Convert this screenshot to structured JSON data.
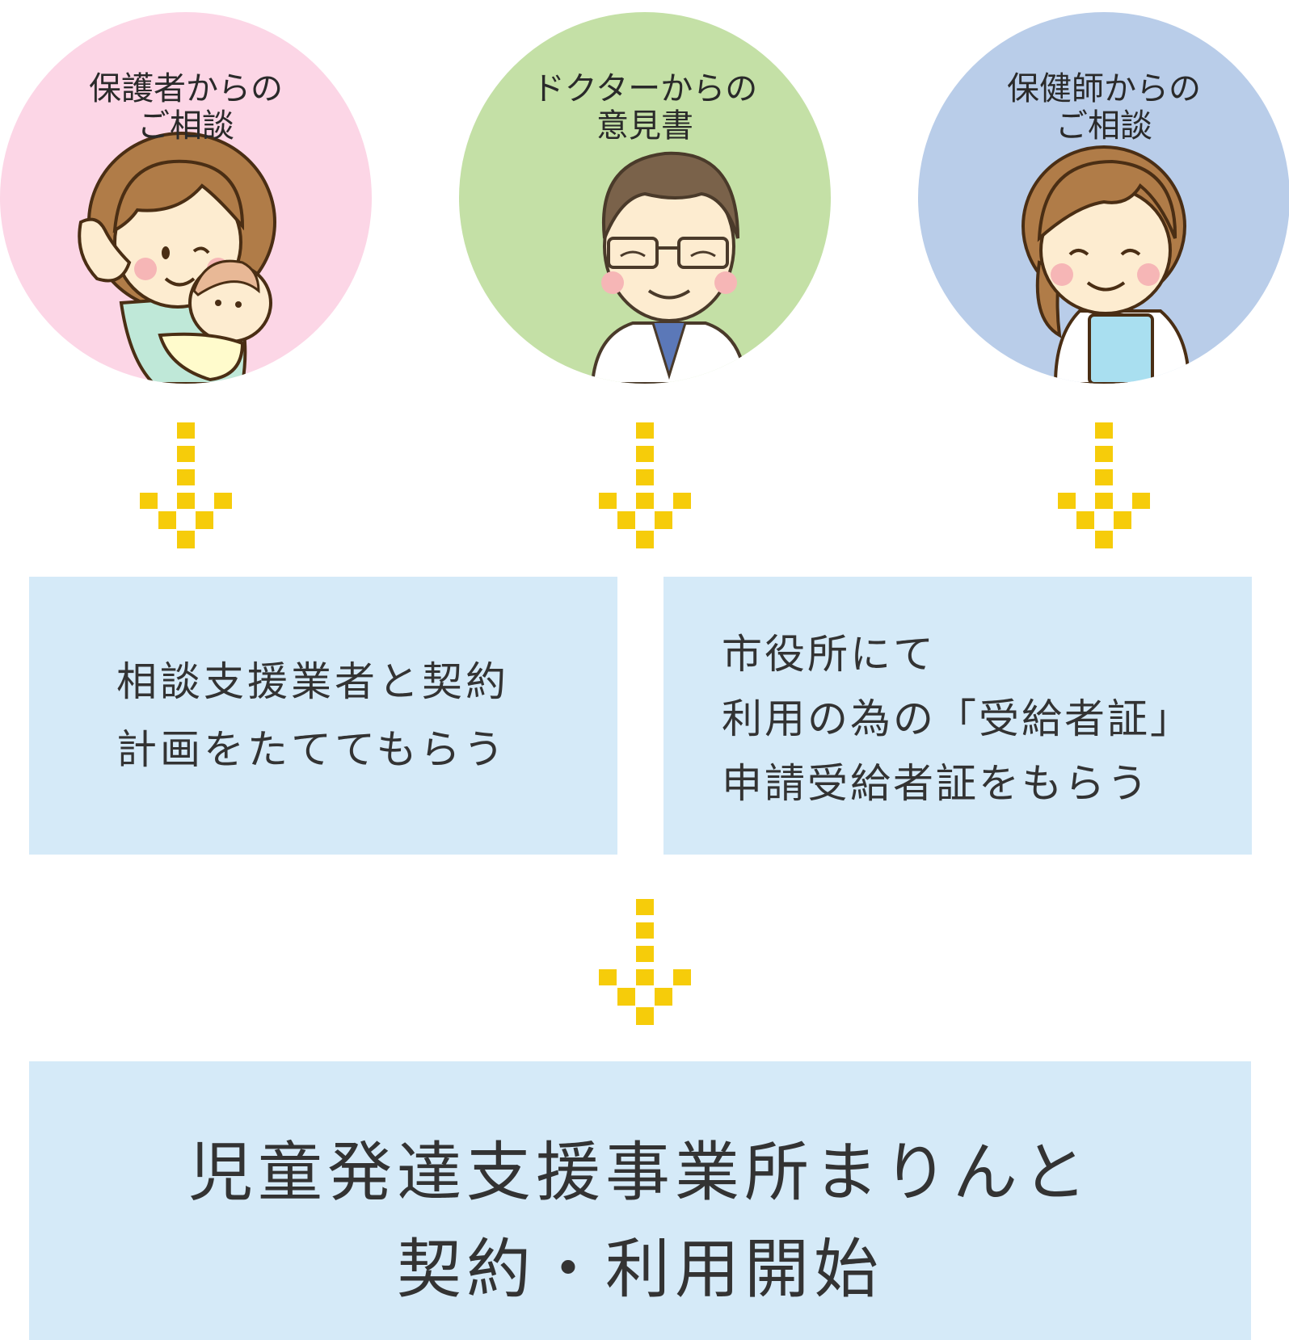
{
  "colors": {
    "circle_parent": "#fcd6e6",
    "circle_doctor": "#c4e0a6",
    "circle_nurse": "#b9cde9",
    "arrow": "#f6cc0a",
    "box": "#d5eaf8"
  },
  "sources": [
    {
      "id": "parent",
      "lines": [
        "保護者からの",
        "ご相談"
      ],
      "icon": "mother-with-baby-illustration"
    },
    {
      "id": "doctor",
      "lines": [
        "ドクターからの",
        "意見書"
      ],
      "icon": "doctor-illustration"
    },
    {
      "id": "nurse",
      "lines": [
        "保健師からの",
        "ご相談"
      ],
      "icon": "public-health-nurse-illustration"
    }
  ],
  "steps": {
    "left": {
      "lines": [
        "相談支援業者と契約",
        "計画をたててもらう"
      ]
    },
    "right": {
      "lines": [
        "市役所にて",
        "利用の為の「受給者証」",
        "申請受給者証をもらう"
      ]
    }
  },
  "result": {
    "lines": [
      "児童発達支援事業所まりんと",
      "契約・利用開始"
    ]
  }
}
